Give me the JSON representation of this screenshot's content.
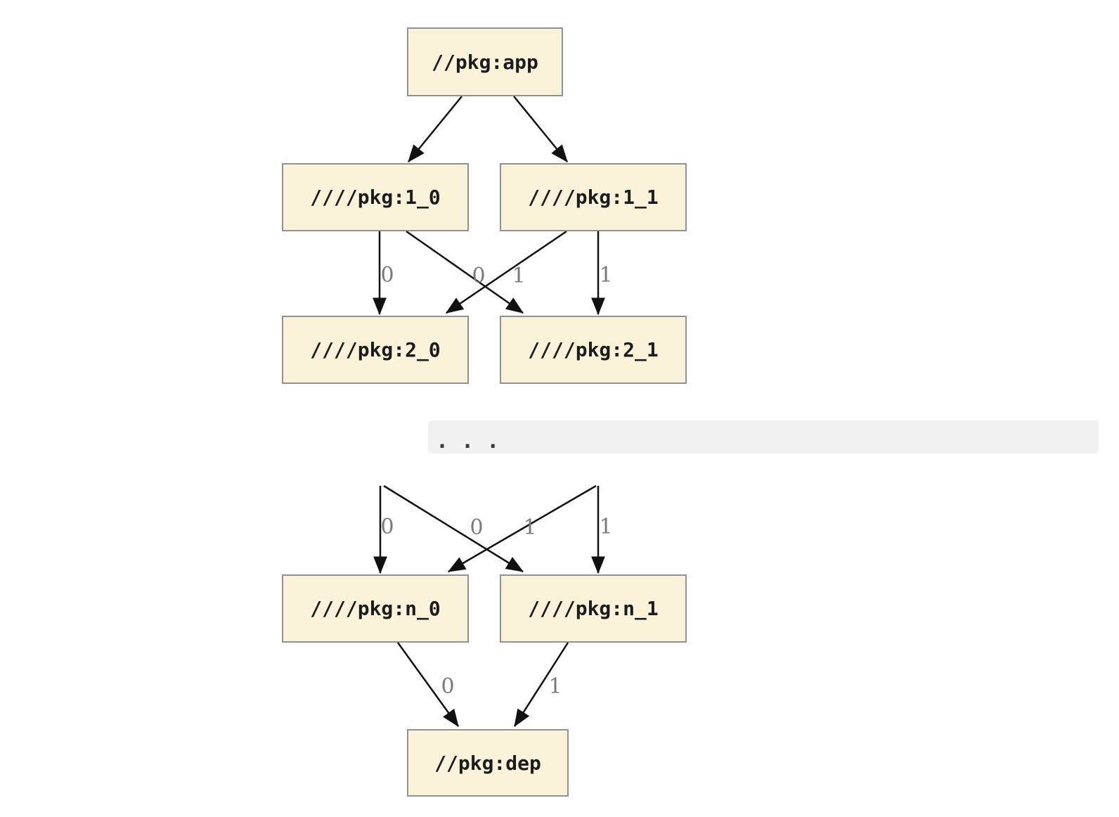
{
  "colors": {
    "node_fill": "#faf3d9",
    "node_border": "#8d9292",
    "node_text": "#1c1c1c",
    "edge_line": "#111111",
    "edge_label_text": "#7a7a7a",
    "band_bg": "#f1f1f1",
    "dots": "#3a3a3a",
    "page_bg": "#ffffff"
  },
  "diagram": {
    "type": "build-dependency-graph",
    "nodes": {
      "app": "//pkg:app",
      "l1_0": "////pkg:1_0",
      "l1_1": "////pkg:1_1",
      "l2_0": "////pkg:2_0",
      "l2_1": "////pkg:2_1",
      "ln_0": "////pkg:n_0",
      "ln_1": "////pkg:n_1",
      "dep": "//pkg:dep"
    },
    "ellipsis": ". . .",
    "edges": [
      {
        "from": "//pkg:app",
        "to": "////pkg:1_0",
        "label": ""
      },
      {
        "from": "//pkg:app",
        "to": "////pkg:1_1",
        "label": ""
      },
      {
        "from": "////pkg:1_0",
        "to": "////pkg:2_0",
        "label": "0"
      },
      {
        "from": "////pkg:1_1",
        "to": "////pkg:2_0",
        "label": "0"
      },
      {
        "from": "////pkg:1_0",
        "to": "////pkg:2_1",
        "label": "1"
      },
      {
        "from": "////pkg:1_1",
        "to": "////pkg:2_1",
        "label": "1"
      },
      {
        "from": "...",
        "to": "////pkg:n_0",
        "label": "0"
      },
      {
        "from": "...",
        "to": "////pkg:n_0",
        "label": "0"
      },
      {
        "from": "...",
        "to": "////pkg:n_1",
        "label": "1"
      },
      {
        "from": "...",
        "to": "////pkg:n_1",
        "label": "1"
      },
      {
        "from": "////pkg:n_0",
        "to": "//pkg:dep",
        "label": "0"
      },
      {
        "from": "////pkg:n_1",
        "to": "//pkg:dep",
        "label": "1"
      }
    ]
  }
}
